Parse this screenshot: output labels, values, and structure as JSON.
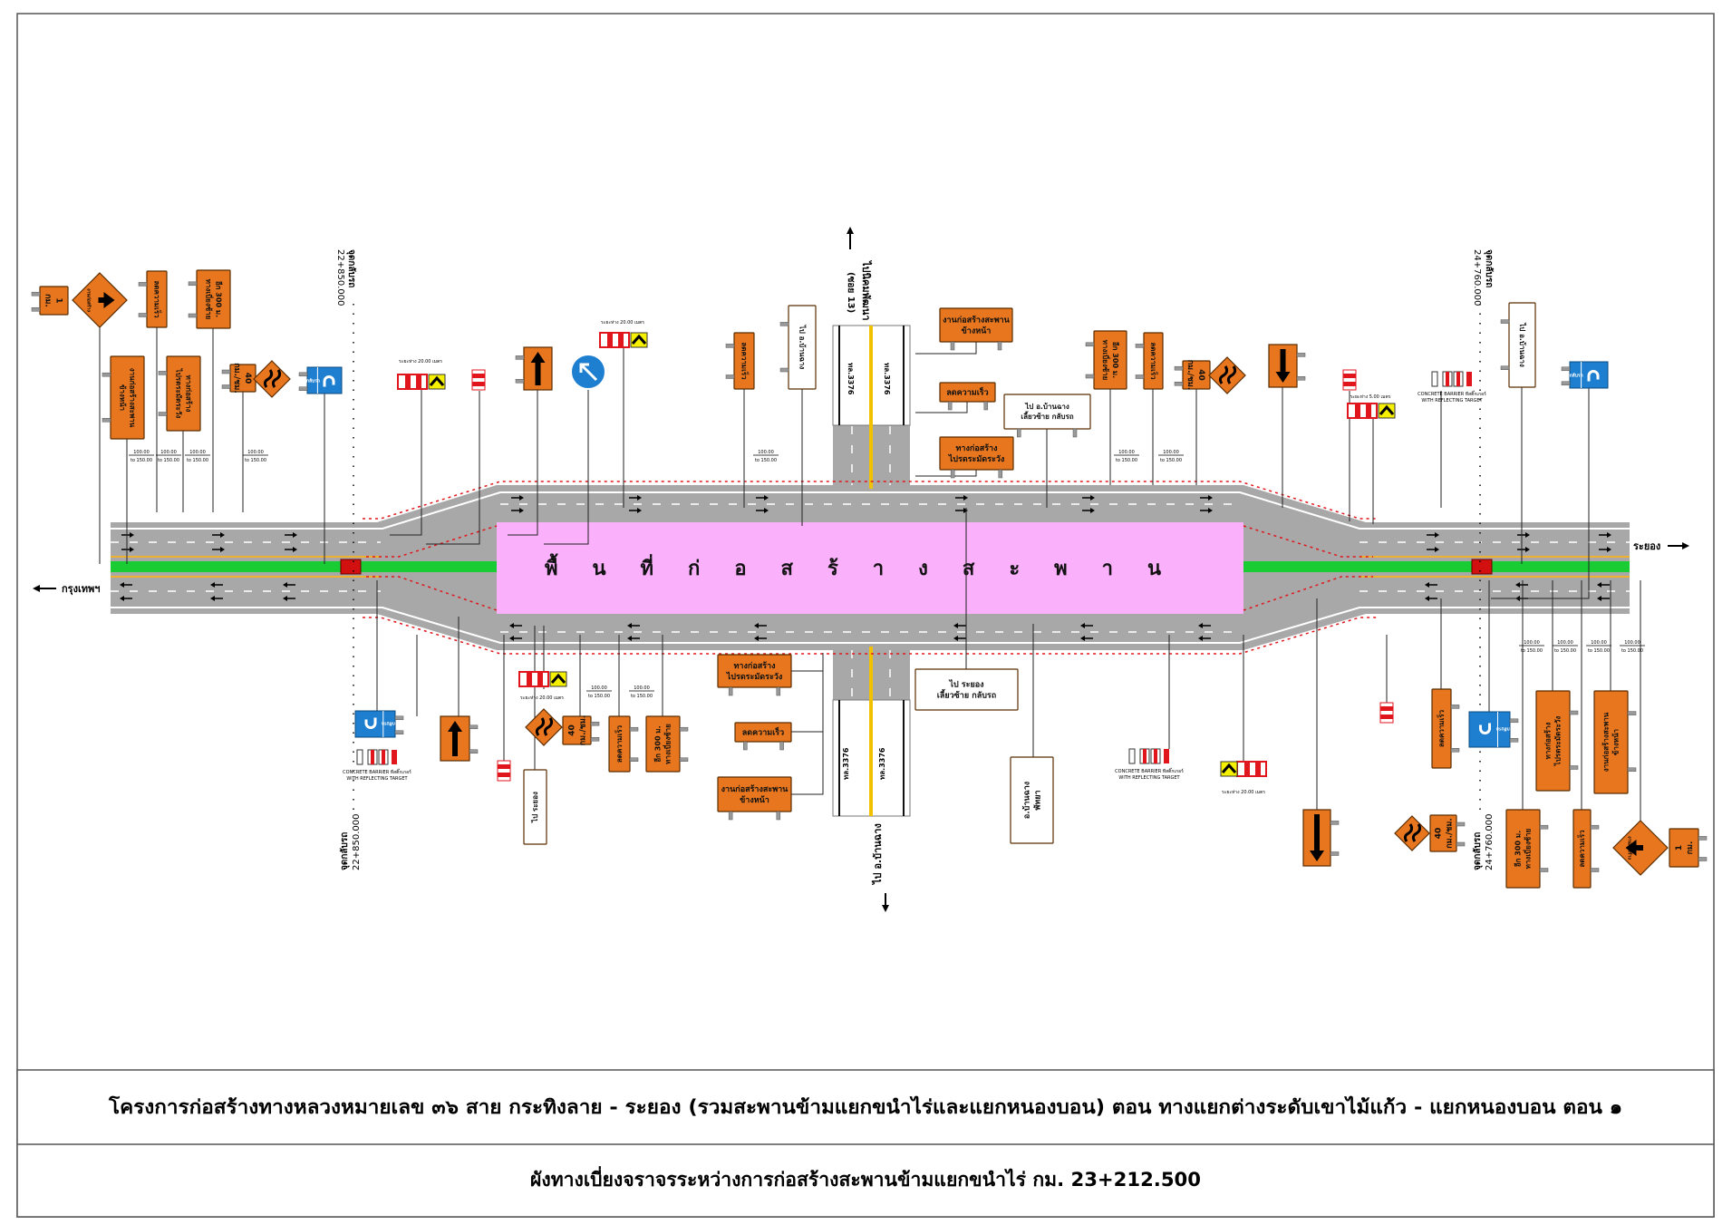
{
  "title_block": {
    "project": "โครงการก่อสร้างทางหลวงหมายเลข ๓๖ สาย กระทิงลาย - ระยอง (รวมสะพานข้ามแยกขนำไร่และแยกหนองบอน) ตอน ทางแยกต่างระดับเขาไม้แก้ว - แยกหนองบอน  ตอน ๑",
    "drawing": "ผังทางเบี่ยงจราจรระหว่างการก่อสร้างสะพานข้ามแยกขนำไร่ กม. 23+212.500"
  },
  "plan": {
    "construction_area": "พื้นที่ก่อสร้างสะพาน",
    "dir_west": "กรุงเทพฯ",
    "dir_east": "ระยอง",
    "dir_north_1": "ไปนิคมพัฒนา",
    "dir_north_2": "(ซอย 13)",
    "dir_south": "ไป อ.บ้านฉาง",
    "road_label": "ทล.3376",
    "uturn_station_label": "จุดกลับรถ",
    "station_west": "22+850.000",
    "station_east": "24+760.000"
  },
  "signs": {
    "km1_num": "1",
    "km1_unit": "กม.",
    "work_zone": "งานก่อสร้าง",
    "speed_reduce": "ลดความเร็ว",
    "detour_1": "อีก 300 ม.",
    "detour_left": "ทางเบี่ยงซ้าย",
    "bridge_1": "งานก่อสร้างสะพาน",
    "bridge_2": "ข้างหน้า",
    "caution_1": "ทางก่อสร้าง",
    "caution_2": "ไปรดระมัดระวัง",
    "speed_limit": "40",
    "speed_unit": "กม./ชม.",
    "uturn": "กลับรถ",
    "to_banchang": "ไป อ.บ้านฉาง",
    "turn_left_uturn": "เลี้ยวซ้าย กลับรถ",
    "to_rayong": "ไป ระยอง",
    "banchang": "อ.บ้านฉาง",
    "pattaya": "พัทยา",
    "spacing_20": "ระยะห่าง 20.00 เมตร",
    "spacing_5": "ระยะห่าง 5.00 เมตร",
    "concrete_1": "CONCRETE BARRIER ทีสติ๊กเกอร์",
    "concrete_2": "WITH REFLECTING TARGET",
    "dim_a": "100.00",
    "dim_b": "to 150.00"
  },
  "colors": {
    "sign_orange": "#E8761E",
    "road_gray": "#A8A8A8",
    "median_green": "#19CC33",
    "construction_pink": "#FBB0FB",
    "guide_blue": "#1E7FD0",
    "barrier_red": "#E0161C",
    "chevron_yellow": "#F5F000"
  }
}
